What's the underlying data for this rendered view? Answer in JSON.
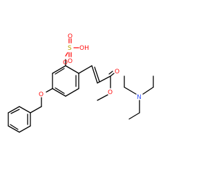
{
  "colors": {
    "bond": "#000000",
    "oxygen": "#ff0d0d",
    "sulfur": "#b8a300",
    "nitrogen": "#3050f8",
    "background": "#ffffff"
  },
  "atoms": {
    "sulfur": "S",
    "hydroxyl": "OH",
    "sulfonyl_oxygen_top": "O",
    "sulfonyl_oxygen_bottom": "O",
    "aryl_sulfate_oxygen": "O",
    "benzyl_ether_oxygen": "O",
    "ester_carbonyl_oxygen": "O",
    "ester_methoxy_oxygen": "O",
    "amine_nitrogen": "N"
  }
}
